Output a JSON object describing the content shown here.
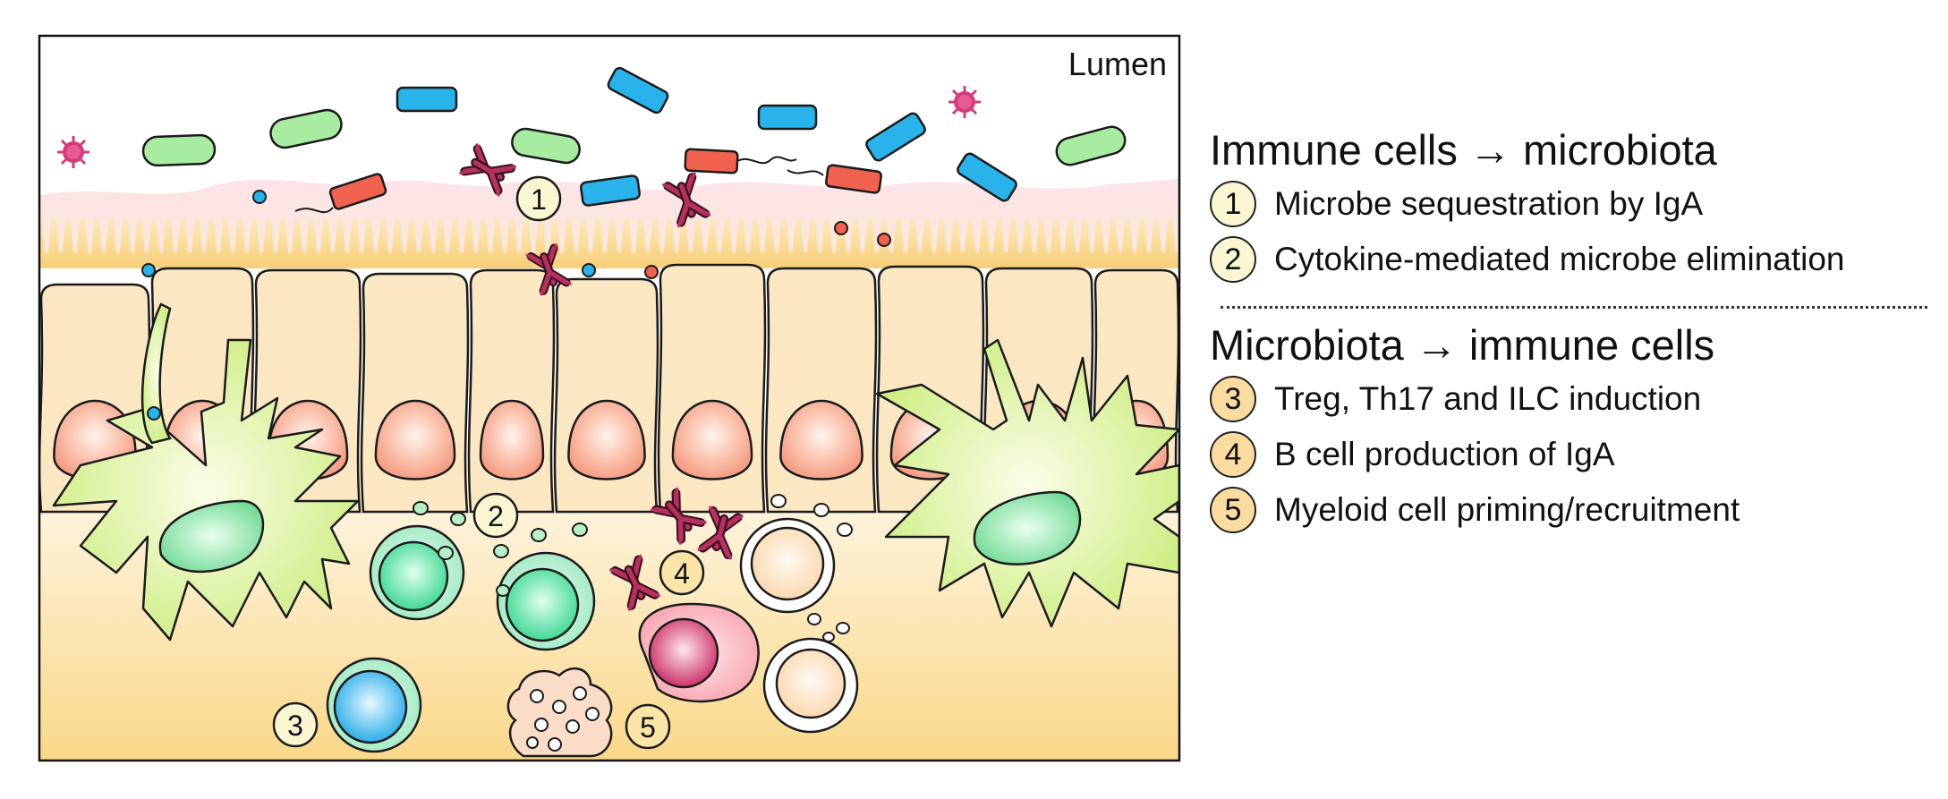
{
  "diagram": {
    "lumen_label": "Lumen",
    "markers": [
      "1",
      "2",
      "3",
      "4",
      "5"
    ]
  },
  "legend": {
    "sections": [
      {
        "heading": "Immune cells → microbiota",
        "items": [
          {
            "number": "1",
            "text": "Microbe sequestration by IgA"
          },
          {
            "number": "2",
            "text": "Cytokine-mediated microbe elimination"
          }
        ]
      },
      {
        "heading": "Microbiota → immune cells",
        "items": [
          {
            "number": "3",
            "text": "Treg, Th17 and ILC induction"
          },
          {
            "number": "4",
            "text": "B cell production of IgA"
          },
          {
            "number": "5",
            "text": "Myeloid cell priming/recruitment"
          }
        ]
      }
    ]
  },
  "colors": {
    "epithelium": "#fbe7c2",
    "nucleus": "#f7a98f",
    "mucus": "#fde3e8",
    "lamina_propria": "#fad88a",
    "bacteria_green": "#a7eca0",
    "bacteria_blue": "#29b3ea",
    "bacteria_red": "#f0624f",
    "antibody": "#a52750",
    "dendritic_cell": "#d9f29a",
    "t_cell": "#53e09a",
    "treg_cell": "#3ab9ef",
    "plasma_cell": "#d63066",
    "myeloid_cell": "#fbdcc7"
  }
}
